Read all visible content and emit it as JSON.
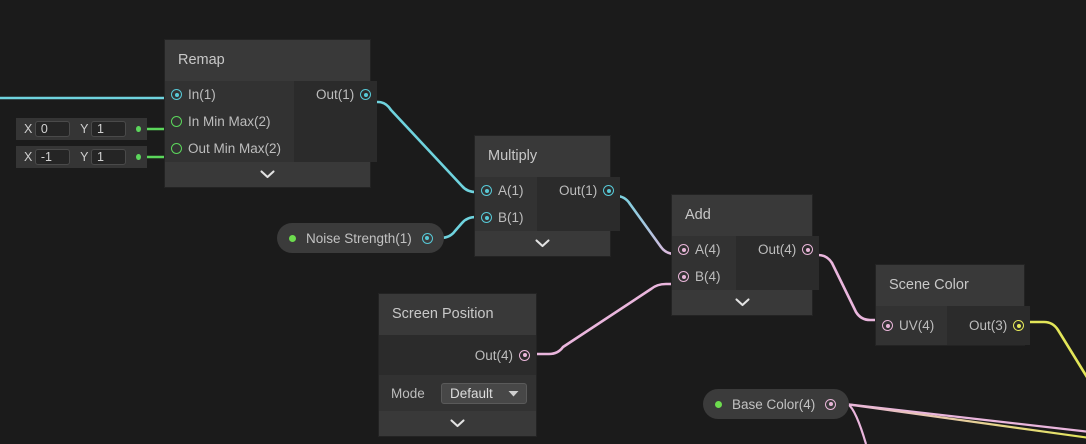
{
  "app": {
    "canvas_background": "#1b1b1b"
  },
  "colors": {
    "wire_cyan": "#6fd3de",
    "wire_pink": "#eab6dd",
    "wire_yellow": "#e3e659",
    "wire_green": "#5bd65b",
    "node_body": "#2b2b2b",
    "node_header": "#393939",
    "port_column": "#323232",
    "text": "#c8c8c8",
    "property_dot_green": "#6ddc4e"
  },
  "vector_inputs": [
    {
      "name": "in-min-max-field",
      "axes": [
        {
          "axis": "X",
          "value": "0"
        },
        {
          "axis": "Y",
          "value": "1"
        }
      ],
      "connector_color": "#5bd65b"
    },
    {
      "name": "out-min-max-field",
      "axes": [
        {
          "axis": "X",
          "value": "-1"
        },
        {
          "axis": "Y",
          "value": "1"
        }
      ],
      "connector_color": "#5bd65b"
    }
  ],
  "nodes": [
    {
      "id": "remap",
      "title": "Remap",
      "inputs": [
        {
          "label": "In(1)",
          "dot": "cyan",
          "connected": true
        },
        {
          "label": "In Min Max(2)",
          "dot": "green-hollow",
          "connected": true
        },
        {
          "label": "Out Min Max(2)",
          "dot": "green-hollow",
          "connected": true
        }
      ],
      "outputs": [
        {
          "label": "Out(1)",
          "dot": "cyan",
          "connected": true
        }
      ],
      "has_footer": true,
      "footer_icon": "chevron-down-icon"
    },
    {
      "id": "multiply",
      "title": "Multiply",
      "inputs": [
        {
          "label": "A(1)",
          "dot": "cyan",
          "connected": true
        },
        {
          "label": "B(1)",
          "dot": "cyan",
          "connected": true
        }
      ],
      "outputs": [
        {
          "label": "Out(1)",
          "dot": "cyan",
          "connected": true
        }
      ],
      "has_footer": true,
      "footer_icon": "chevron-down-icon"
    },
    {
      "id": "add",
      "title": "Add",
      "inputs": [
        {
          "label": "A(4)",
          "dot": "pink",
          "connected": true
        },
        {
          "label": "B(4)",
          "dot": "pink",
          "connected": true
        }
      ],
      "outputs": [
        {
          "label": "Out(4)",
          "dot": "pink",
          "connected": true
        }
      ],
      "has_footer": true,
      "footer_icon": "chevron-down-icon"
    },
    {
      "id": "screen-position",
      "title": "Screen Position",
      "inputs": [],
      "outputs": [
        {
          "label": "Out(4)",
          "dot": "pink",
          "connected": true
        }
      ],
      "property": {
        "label": "Mode",
        "value": "Default",
        "caret_icon": "caret-down-icon"
      },
      "has_footer": true,
      "footer_icon": "chevron-down-icon"
    },
    {
      "id": "scene-color",
      "title": "Scene Color",
      "inputs": [
        {
          "label": "UV(4)",
          "dot": "pink",
          "connected": true
        }
      ],
      "outputs": [
        {
          "label": "Out(3)",
          "dot": "yellow",
          "connected": true
        }
      ],
      "has_footer": false
    }
  ],
  "properties": [
    {
      "id": "noise-strength",
      "label": "Noise Strength(1)",
      "dot": "cyan"
    },
    {
      "id": "base-color",
      "label": "Base Color(4)",
      "dot": "pink"
    }
  ]
}
